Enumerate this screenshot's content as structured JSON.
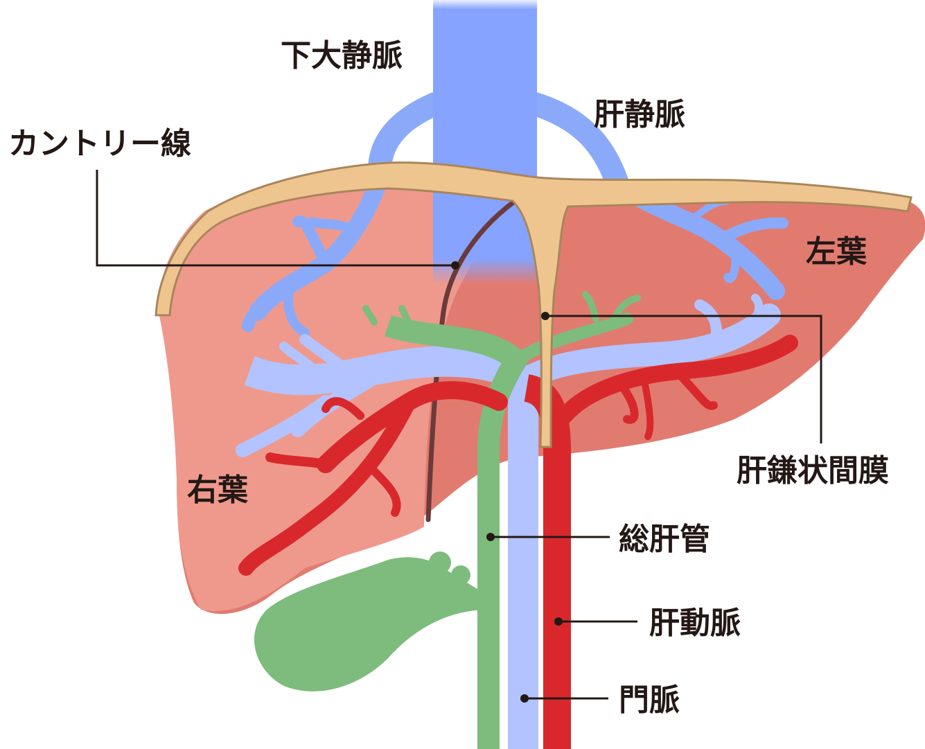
{
  "labels": {
    "ivc": "下大静脈",
    "hepatic_vein": "肝静脈",
    "cantlie_line": "カントリー線",
    "left_lobe": "左葉",
    "right_lobe": "右葉",
    "falciform_ligament": "肝鎌状間膜",
    "common_hepatic_duct": "総肝管",
    "hepatic_artery": "肝動脈",
    "portal_vein": "門脈"
  },
  "colors": {
    "ivc": "#85a3ff",
    "hepatic_vein": "#8aaaf9",
    "portal_vein": "#b2c3ff",
    "hepatic_artery": "#d9282c",
    "bile_duct": "#7dbc7c",
    "liver_right": "#ef998d",
    "liver_left": "#e17b70",
    "ligament": "#efc58f",
    "ligament_edge": "#a9865a",
    "cantlie": "#6b3a3a",
    "leader": "#231815"
  }
}
